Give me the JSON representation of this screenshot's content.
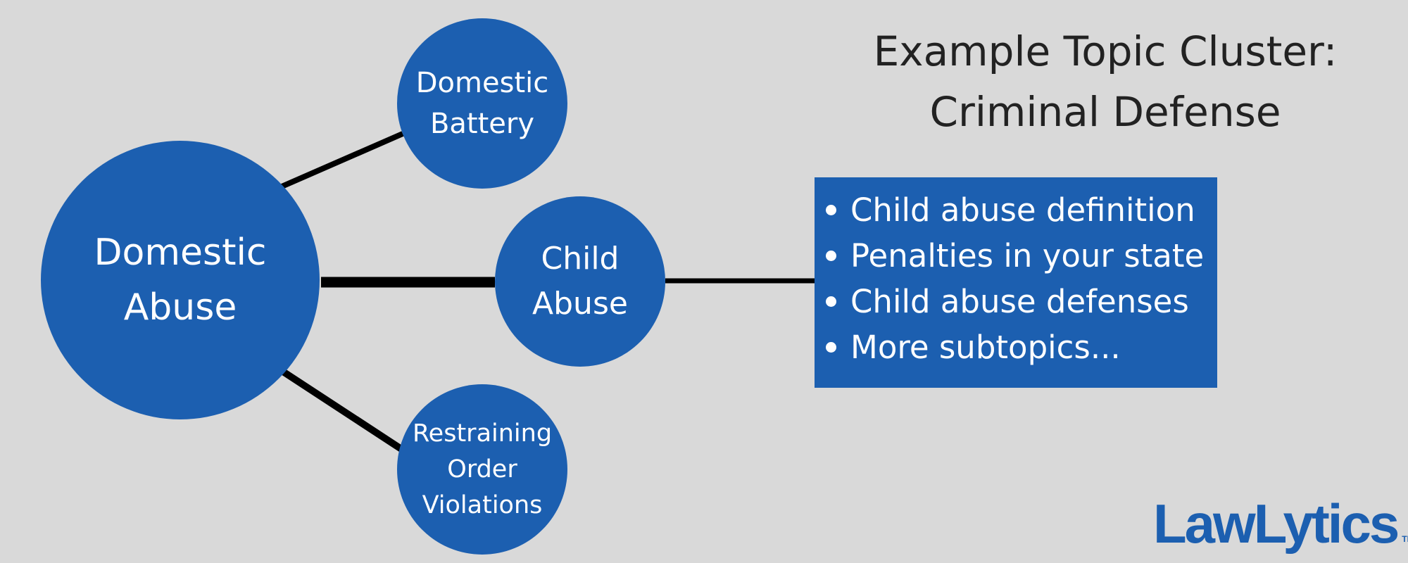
{
  "title": {
    "line1": "Example Topic Cluster:",
    "line2": "Criminal Defense"
  },
  "nodes": {
    "main": {
      "line1": "Domestic",
      "line2": "Abuse"
    },
    "top": {
      "line1": "Domestic",
      "line2": "Battery"
    },
    "middle": {
      "line1": "Child",
      "line2": "Abuse"
    },
    "bottom": {
      "line1": "Restraining",
      "line2": "Order",
      "line3": "Violations"
    }
  },
  "subtopics": [
    "Child abuse definition",
    "Penalties in your state",
    "Child abuse defenses",
    "More subtopics..."
  ],
  "logo": {
    "text": "LawLytics",
    "trademark": "TM"
  },
  "colors": {
    "background": "#d9d9d9",
    "accent": "#1c5fb0",
    "connector": "#000000",
    "title_text": "#222222"
  }
}
